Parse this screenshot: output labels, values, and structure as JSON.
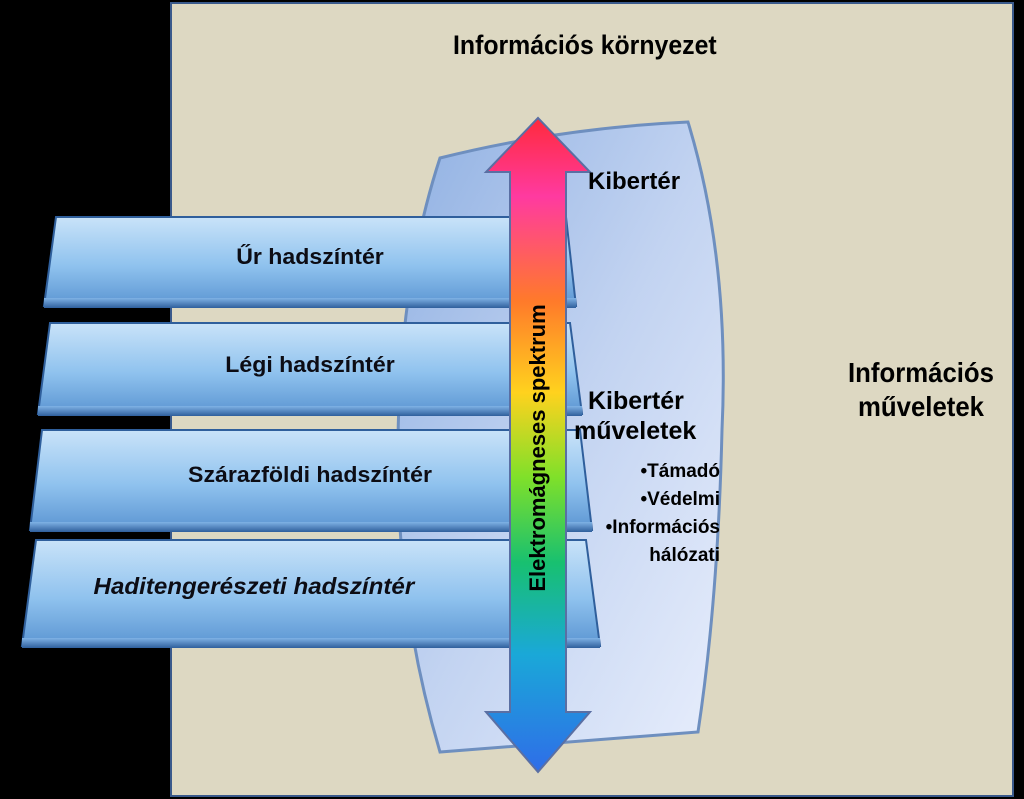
{
  "environment": {
    "title": "Információs környezet"
  },
  "info_operations": {
    "line1": "Információs",
    "line2": "műveletek"
  },
  "domains": [
    {
      "label": "Űr hadszíntér"
    },
    {
      "label": "Légi hadszíntér"
    },
    {
      "label": "Szárazföldi hadszíntér"
    },
    {
      "label": "Haditengerészeti hadszíntér"
    }
  ],
  "cyberspace": {
    "label": "Kibertér"
  },
  "cyber_operations": {
    "line1": "Kibertér",
    "line2": "műveletek",
    "items": [
      "•Támadó",
      "•Védelmi",
      "•Információs",
      "hálózati"
    ]
  },
  "spectrum": {
    "label": "Elektromágneses spektrum"
  },
  "colors": {
    "background": "#000000",
    "environment_fill": "#ddd8c2",
    "cylinder_fill": "#b8cdee",
    "band_fill": "#9cc8ef"
  }
}
